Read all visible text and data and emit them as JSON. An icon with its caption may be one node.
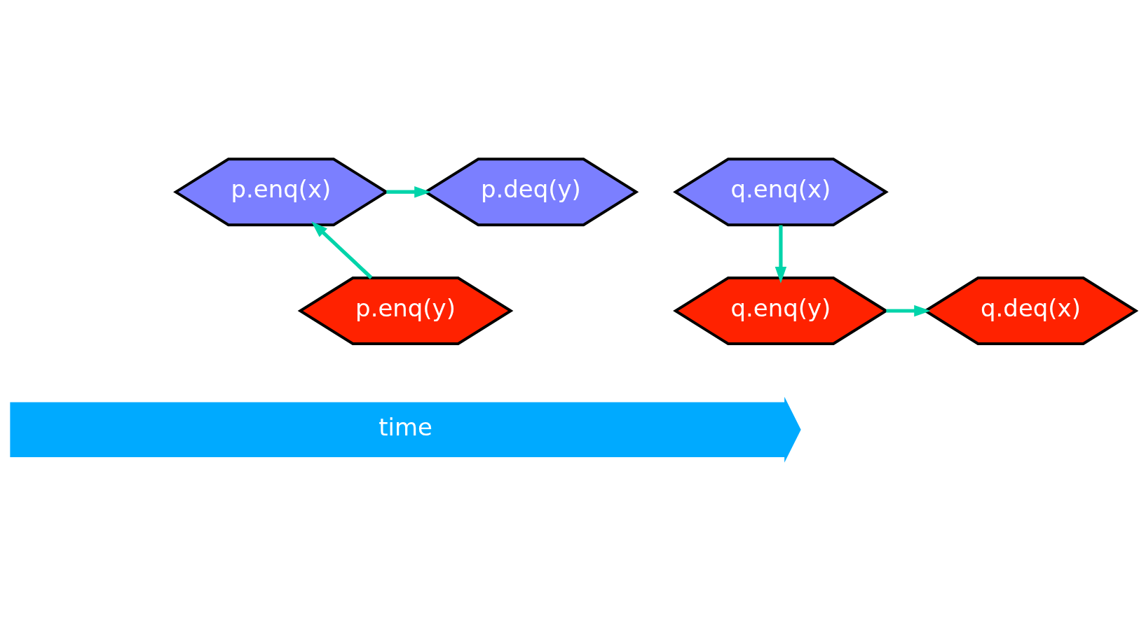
{
  "diagram": {
    "nodes": [
      {
        "text": [
          "p.enq(x)"
        ]
      },
      {
        "text": [
          "q.enq(x)"
        ]
      },
      {
        "text": [
          "p.deq(y)"
        ]
      },
      {
        "text": [
          "q.enq(y)"
        ]
      },
      {
        "text": [
          "p.enq(y)"
        ]
      },
      {
        "text": [
          "q.deq(x)"
        ]
      },
      {
        "text": [
          "time"
        ]
      }
    ],
    "edges": [
      {
        "from": 0,
        "to": 2,
        "arrow": "to"
      },
      {
        "from": 1,
        "to": 3,
        "arrow": "to"
      },
      {
        "from": 4,
        "to": 0,
        "arrow": "to"
      },
      {
        "from": 3,
        "to": 5,
        "arrow": "to"
      }
    ]
  }
}
